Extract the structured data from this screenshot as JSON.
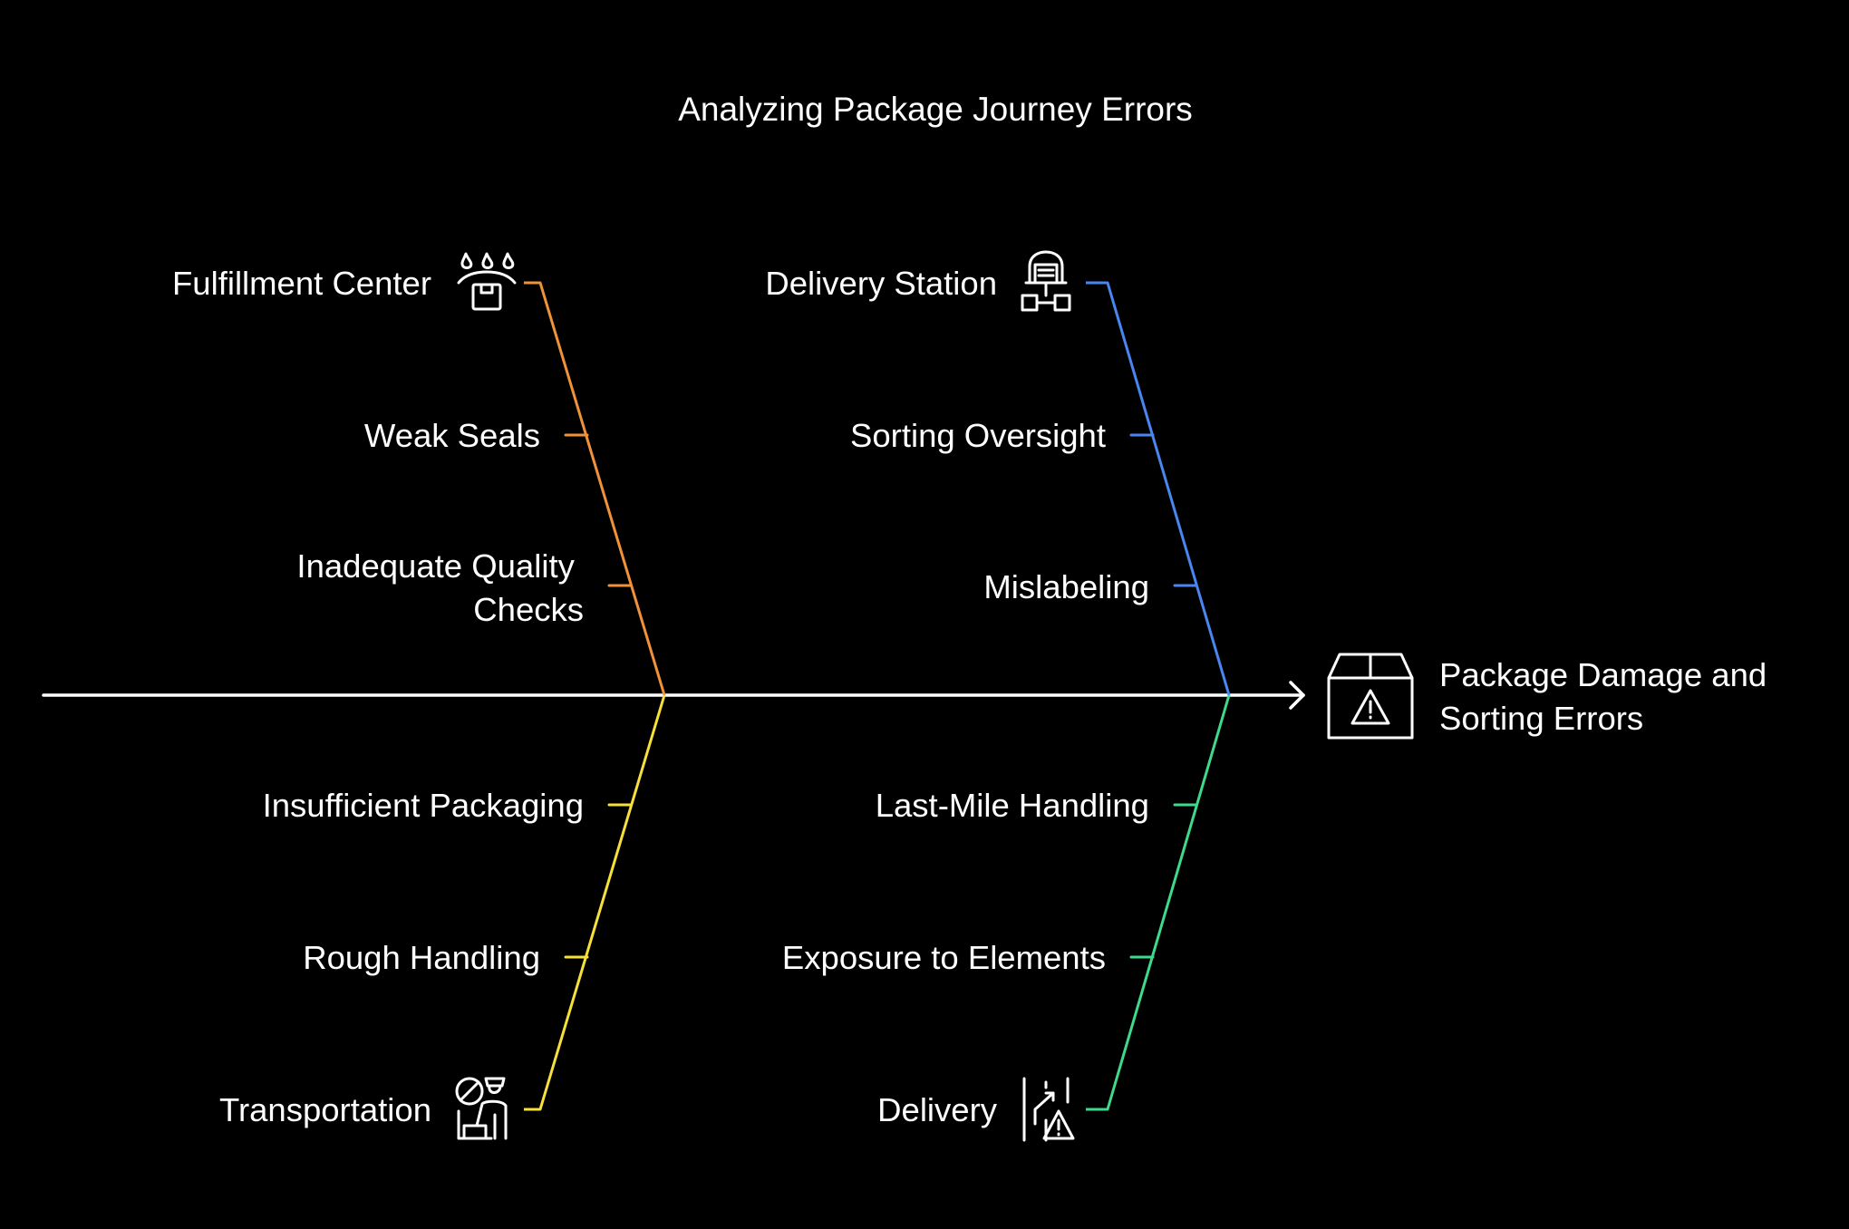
{
  "title": "Analyzing Package Journey Errors",
  "effect": {
    "lines": [
      "Package Damage and",
      "Sorting Errors"
    ],
    "icon": "damaged-package-warning-icon"
  },
  "categories": [
    {
      "id": "fulfillment",
      "label": "Fulfillment Center",
      "icon": "workers-package-icon",
      "color": "#f0923a",
      "causes": [
        [
          "Weak Seals"
        ],
        [
          "Inadequate Quality",
          "Checks"
        ]
      ]
    },
    {
      "id": "delivery-station",
      "label": "Delivery Station",
      "icon": "warehouse-network-icon",
      "color": "#4a86f0",
      "causes": [
        [
          "Sorting Oversight"
        ],
        [
          "Mislabeling"
        ]
      ]
    },
    {
      "id": "transportation",
      "label": "Transportation",
      "icon": "prohibited-courier-icon",
      "color": "#f7e03a",
      "causes": [
        [
          "Insufficient Packaging"
        ],
        [
          "Rough Handling"
        ]
      ]
    },
    {
      "id": "delivery",
      "label": "Delivery",
      "icon": "road-warning-icon",
      "color": "#3ed98a",
      "causes": [
        [
          "Last-Mile Handling"
        ],
        [
          "Exposure to Elements"
        ]
      ]
    }
  ],
  "spine_color": "#ffffff"
}
